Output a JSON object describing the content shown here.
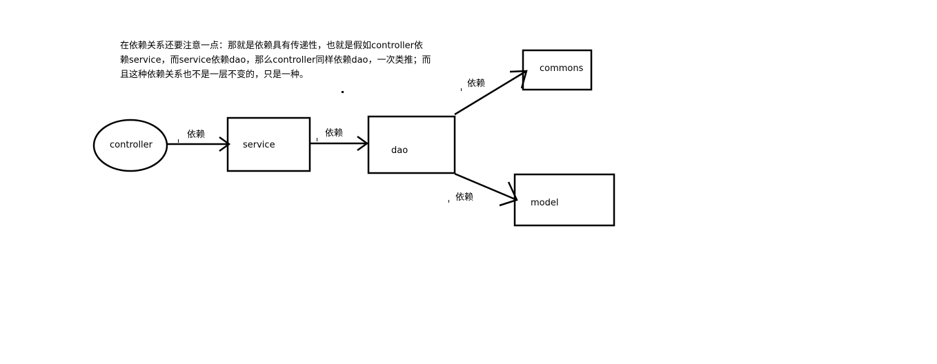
{
  "note": {
    "lines": [
      "在依赖关系还要注意一点：那就是依赖具有传递性，也就是假如controller依",
      "赖service，而service依赖dao，那么controller同样依赖dao，一次类推；而",
      "且这种依赖关系也不是一层不变的，只是一种。"
    ]
  },
  "nodes": {
    "controller": "controller",
    "service": "service",
    "dao": "dao",
    "commons": "commons",
    "model": "model"
  },
  "edges": {
    "controller_service": "依赖",
    "service_dao": "依赖",
    "dao_commons": "依赖",
    "dao_model": "依赖"
  },
  "colors": {
    "stroke": "#000000",
    "background": "#ffffff"
  }
}
